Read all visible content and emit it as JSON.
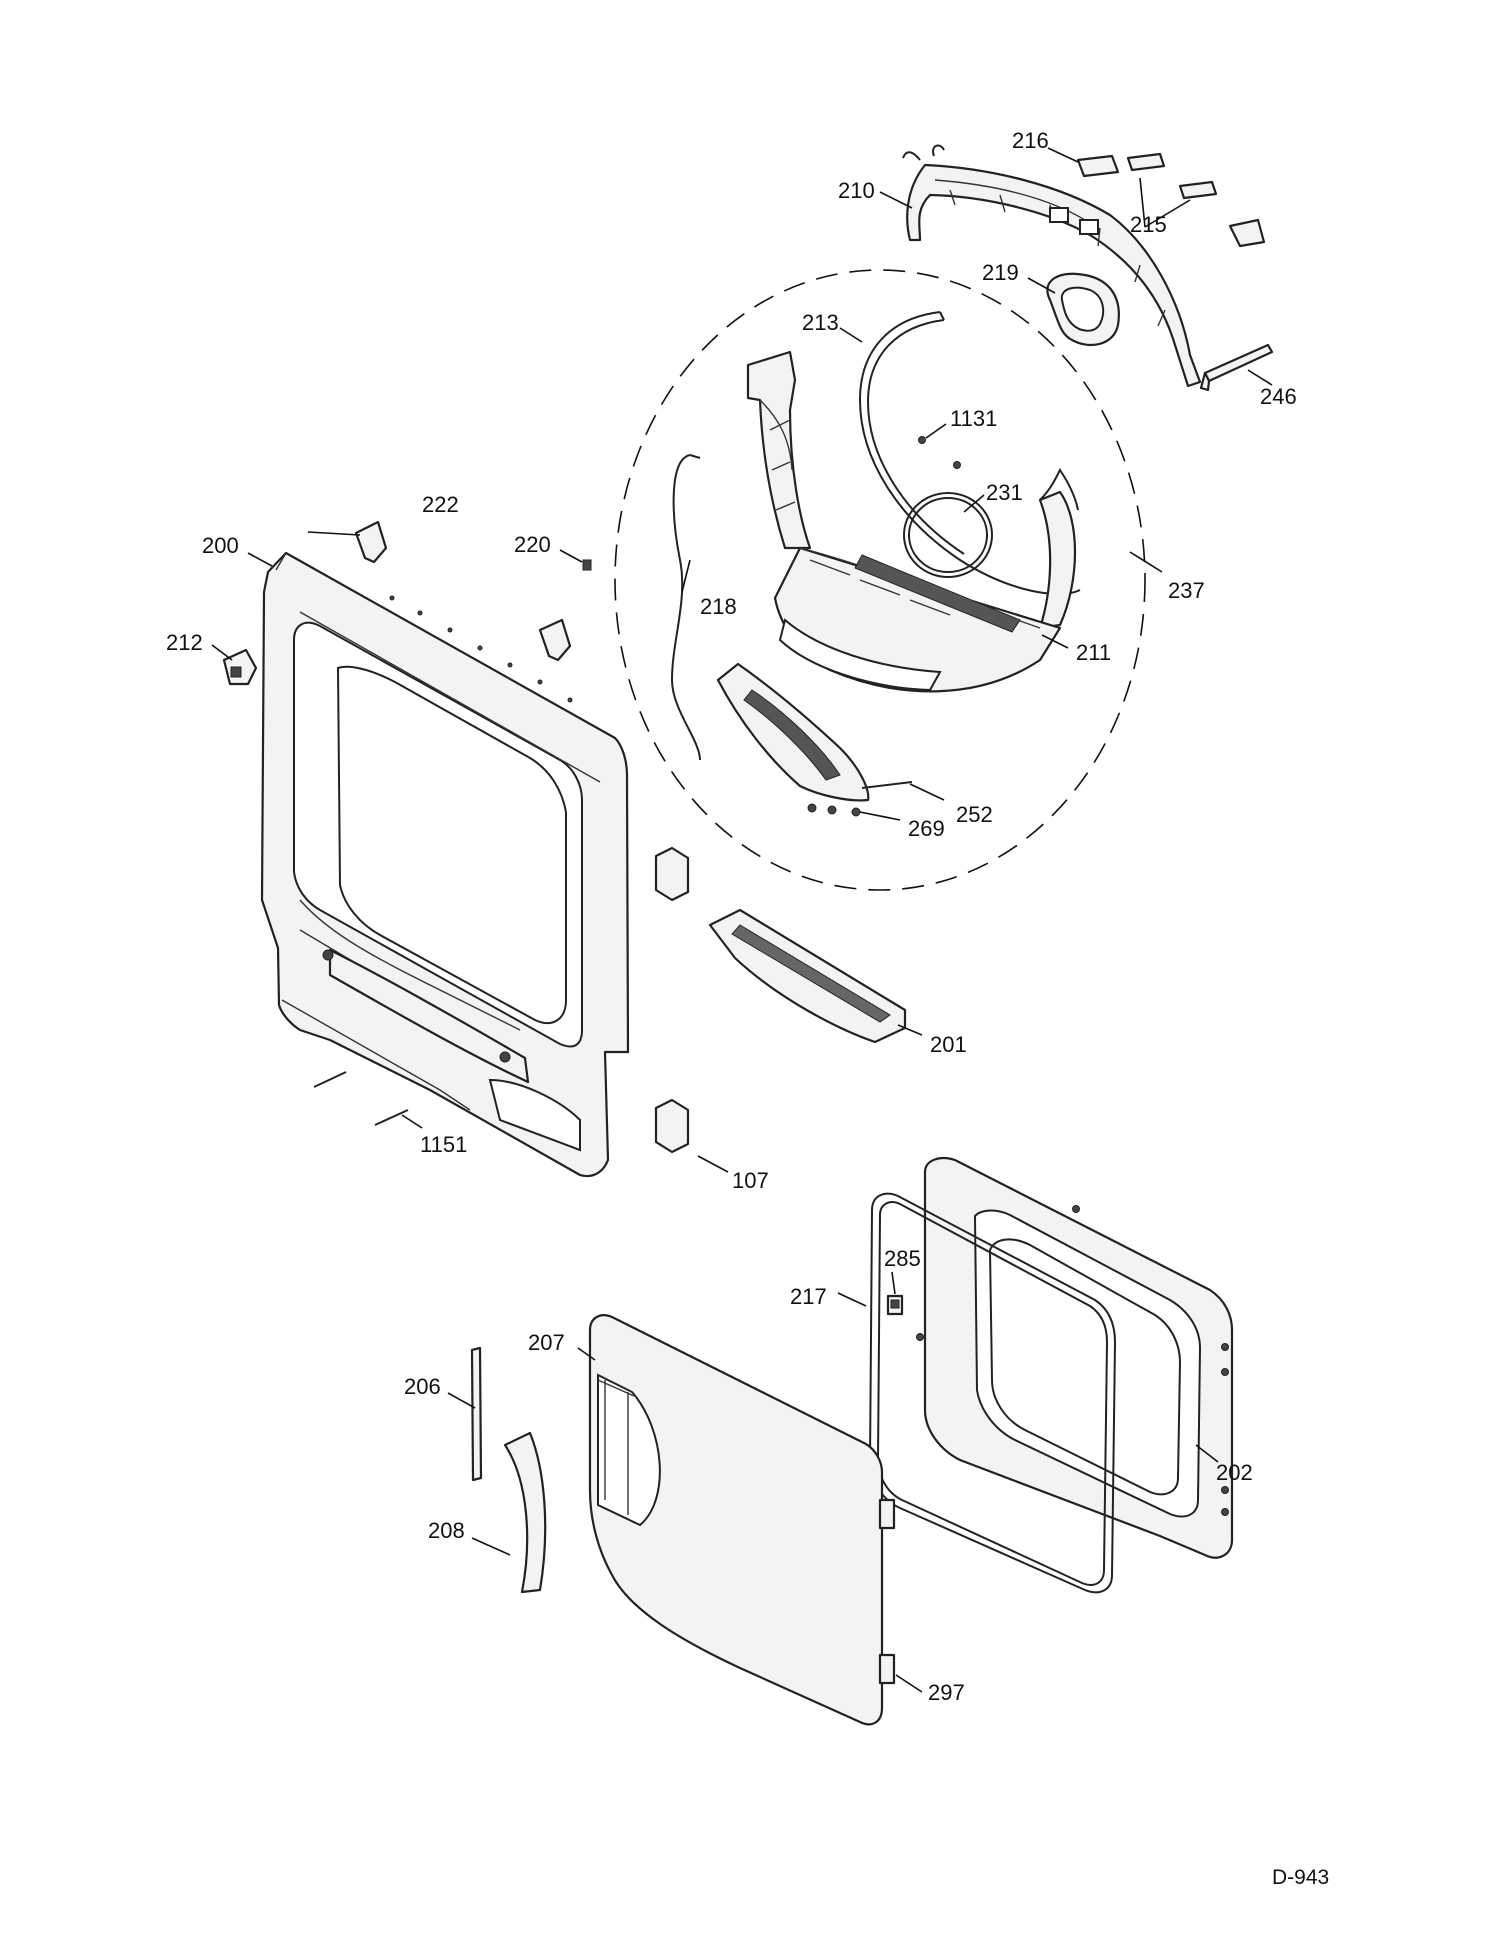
{
  "diagram": {
    "labels": [
      {
        "id": "216",
        "text": "216"
      },
      {
        "id": "210",
        "text": "210"
      },
      {
        "id": "215",
        "text": "215"
      },
      {
        "id": "219",
        "text": "219"
      },
      {
        "id": "213",
        "text": "213"
      },
      {
        "id": "246",
        "text": "246"
      },
      {
        "id": "1131",
        "text": "1131"
      },
      {
        "id": "222",
        "text": "222"
      },
      {
        "id": "220",
        "text": "220"
      },
      {
        "id": "231",
        "text": "231"
      },
      {
        "id": "200",
        "text": "200"
      },
      {
        "id": "237",
        "text": "237"
      },
      {
        "id": "218",
        "text": "218"
      },
      {
        "id": "212",
        "text": "212"
      },
      {
        "id": "211",
        "text": "211"
      },
      {
        "id": "252",
        "text": "252"
      },
      {
        "id": "269",
        "text": "269"
      },
      {
        "id": "201",
        "text": "201"
      },
      {
        "id": "1151",
        "text": "1151"
      },
      {
        "id": "107",
        "text": "107"
      },
      {
        "id": "285",
        "text": "285"
      },
      {
        "id": "217",
        "text": "217"
      },
      {
        "id": "207",
        "text": "207"
      },
      {
        "id": "206",
        "text": "206"
      },
      {
        "id": "202",
        "text": "202"
      },
      {
        "id": "208",
        "text": "208"
      },
      {
        "id": "297",
        "text": "297"
      }
    ],
    "document_code": "D-943"
  }
}
